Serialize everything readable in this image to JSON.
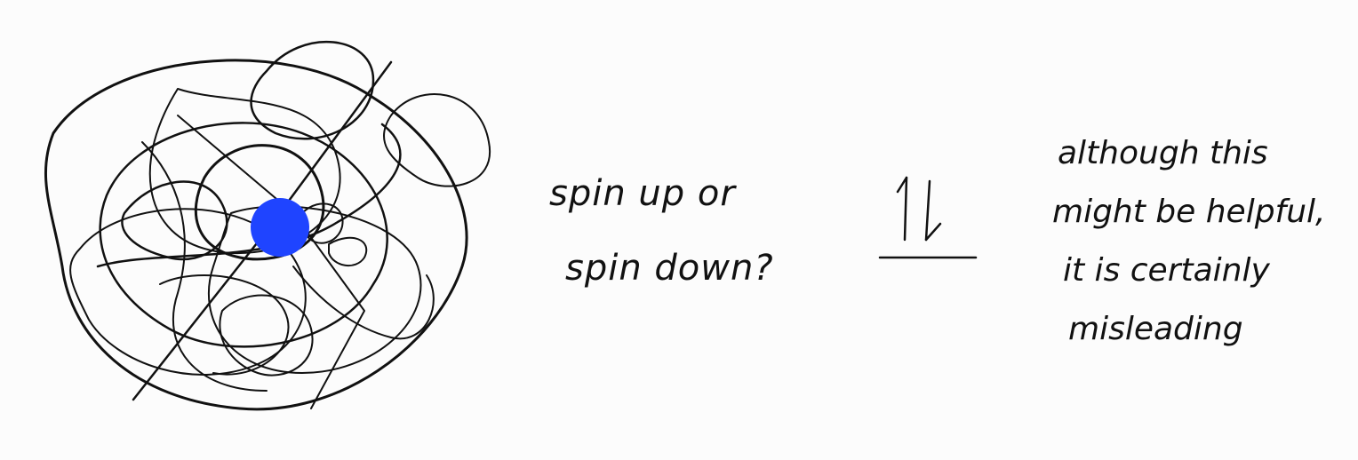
{
  "question": {
    "line1": "spin up or",
    "line2": "spin down?"
  },
  "note": {
    "line1": "although this",
    "line2": "might be helpful,",
    "line3": "it is certainly",
    "line4": "misleading"
  },
  "colors": {
    "particle": "#1f44ff",
    "ink": "#111111",
    "background": "#fcfcfc"
  },
  "icons": {
    "tangle": "tangled-scribble-icon",
    "particle": "particle-dot-icon",
    "spin_arrows": "up-down-arrows-icon"
  }
}
